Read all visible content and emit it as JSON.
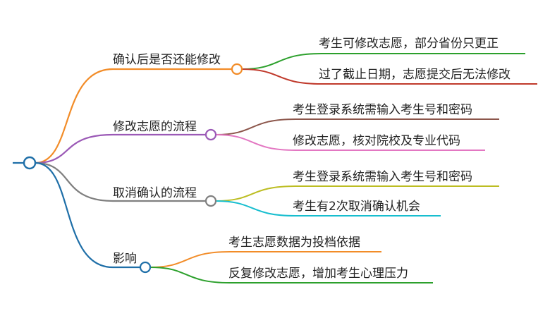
{
  "colors": {
    "root": "#1f6fa8",
    "branch_change": "#f28c28",
    "branch_flow": "#9b59b6",
    "branch_cancel": "#7f7f7f",
    "branch_impact": "#1f6fa8",
    "leaf_green": "#2ca02c",
    "leaf_red": "#c0392b",
    "leaf_brown": "#8c564b",
    "leaf_pink": "#e377c2",
    "leaf_olive": "#bcbd22",
    "leaf_cyan": "#17becf",
    "leaf_orange": "#f28c28"
  },
  "branches": [
    {
      "label": "确认后是否还能修改",
      "color_key": "branch_change",
      "children": [
        {
          "label": "考生可修改志愿，部分省份只更正",
          "color_key": "leaf_green"
        },
        {
          "label": "过了截止日期，志愿提交后无法修改",
          "color_key": "leaf_red"
        }
      ]
    },
    {
      "label": "修改志愿的流程",
      "color_key": "branch_flow",
      "children": [
        {
          "label": "考生登录系统需输入考生号和密码",
          "color_key": "leaf_brown"
        },
        {
          "label": "修改志愿，核对院校及专业代码",
          "color_key": "leaf_pink"
        }
      ]
    },
    {
      "label": "取消确认的流程",
      "color_key": "branch_cancel",
      "children": [
        {
          "label": "考生登录系统需输入考生号和密码",
          "color_key": "leaf_olive"
        },
        {
          "label": "考生有2次取消确认机会",
          "color_key": "leaf_cyan"
        }
      ]
    },
    {
      "label": "影响",
      "color_key": "branch_impact",
      "children": [
        {
          "label": "考生志愿数据为投档依据",
          "color_key": "leaf_orange"
        },
        {
          "label": "反复修改志愿，增加考生心理压力",
          "color_key": "leaf_green"
        }
      ]
    }
  ]
}
